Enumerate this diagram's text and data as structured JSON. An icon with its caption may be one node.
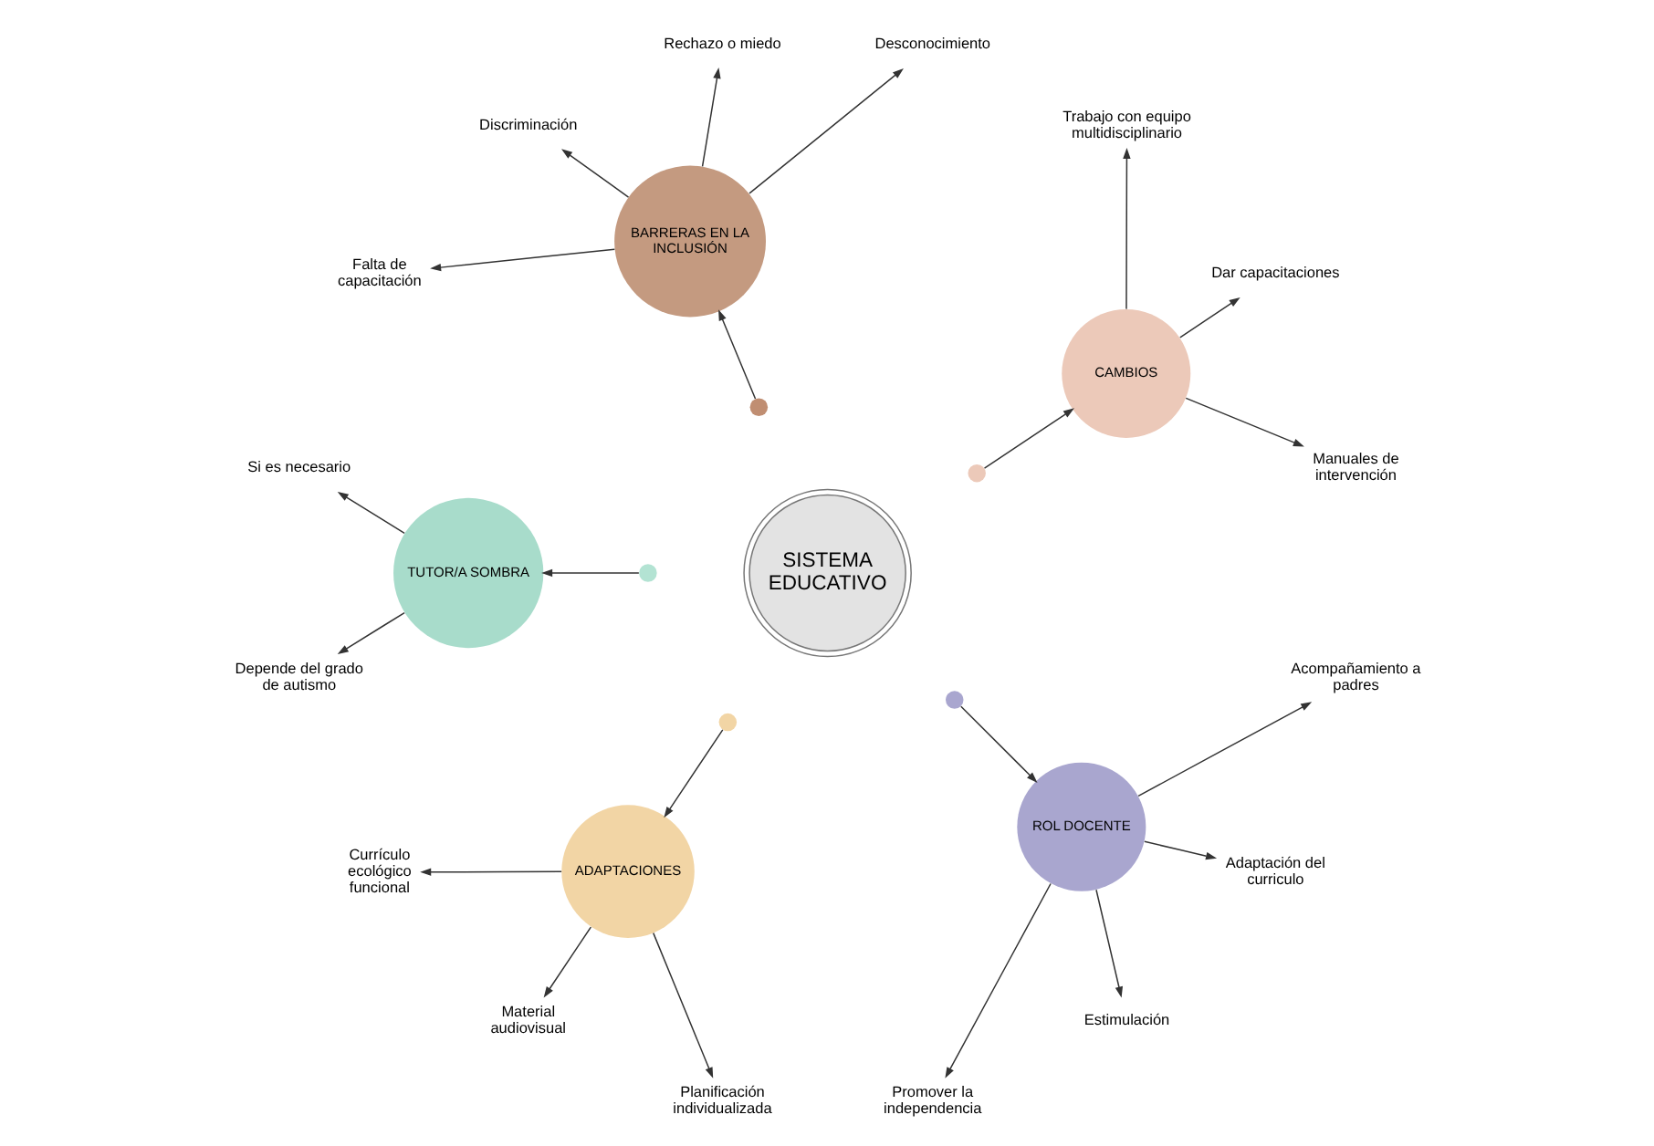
{
  "diagram": {
    "nodes": [
      {
        "text": [
          "SISTEMA EDUCATIVO"
        ]
      },
      {
        "text": [],
        "shape": "circle"
      },
      {
        "text": [],
        "shape": "circle"
      },
      {
        "text": [],
        "shape": "circle"
      },
      {
        "text": [],
        "shape": "circle"
      },
      {
        "text": [],
        "shape": "circle"
      },
      {
        "text": [
          "CAMBIOS"
        ]
      },
      {
        "text": [
          "BARRERAS EN LA INCLUSIÓN"
        ]
      },
      {
        "text": [
          "TUTOR/A SOMBRA"
        ]
      },
      {
        "text": [
          "ADAPTACIONES"
        ]
      },
      {
        "text": [
          "ROL DOCENTE"
        ]
      },
      {
        "text": [
          "Manuales de intervención"
        ]
      },
      {
        "text": [
          "Dar capacitaciones"
        ]
      },
      {
        "text": [
          "Trabajo con equipo multidisciplinario"
        ]
      },
      {
        "text": [
          "Desconocimiento"
        ]
      },
      {
        "text": [
          "Rechazo o miedo"
        ]
      },
      {
        "text": [
          "Discriminación"
        ]
      },
      {
        "text": [
          "Falta de capacitación"
        ]
      },
      {
        "text": [
          "Si es necesario"
        ]
      },
      {
        "text": [
          "Depende del grado de autismo"
        ]
      },
      {
        "text": [
          "Currículo ecológico funcional"
        ]
      },
      {
        "text": [
          "Material audiovisual"
        ]
      },
      {
        "text": [
          "Planificación individualizada"
        ]
      },
      {
        "text": [
          "Promover la independencia"
        ]
      },
      {
        "text": [
          "Estimulación"
        ]
      },
      {
        "text": [
          "Adaptación del curriculo"
        ]
      },
      {
        "text": [
          "Acompañamiento a padres"
        ]
      }
    ],
    "edges": [
      {
        "from": 1,
        "to": 6,
        "arrow": "to"
      },
      {
        "from": 2,
        "to": 7,
        "arrow": "to"
      },
      {
        "from": 3,
        "to": 8,
        "arrow": "to"
      },
      {
        "from": 4,
        "to": 9,
        "arrow": "to"
      },
      {
        "from": 5,
        "to": 10,
        "arrow": "to"
      },
      {
        "from": 6,
        "to": 11,
        "arrow": "to"
      },
      {
        "from": 6,
        "to": 12,
        "arrow": "to"
      },
      {
        "from": 6,
        "to": 13,
        "arrow": "to"
      },
      {
        "from": 7,
        "to": 14,
        "arrow": "to"
      },
      {
        "from": 7,
        "to": 15,
        "arrow": "to"
      },
      {
        "from": 7,
        "to": 16,
        "arrow": "to"
      },
      {
        "from": 7,
        "to": 17,
        "arrow": "to"
      },
      {
        "from": 8,
        "to": 18,
        "arrow": "to"
      },
      {
        "from": 8,
        "to": 19,
        "arrow": "to"
      },
      {
        "from": 9,
        "to": 20,
        "arrow": "to"
      },
      {
        "from": 9,
        "to": 21,
        "arrow": "to"
      },
      {
        "from": 9,
        "to": 22,
        "arrow": "to"
      },
      {
        "from": 10,
        "to": 23,
        "arrow": "to"
      },
      {
        "from": 10,
        "to": 24,
        "arrow": "to"
      },
      {
        "from": 10,
        "to": 25,
        "arrow": "to"
      },
      {
        "from": 10,
        "to": 26,
        "arrow": "to"
      }
    ]
  }
}
